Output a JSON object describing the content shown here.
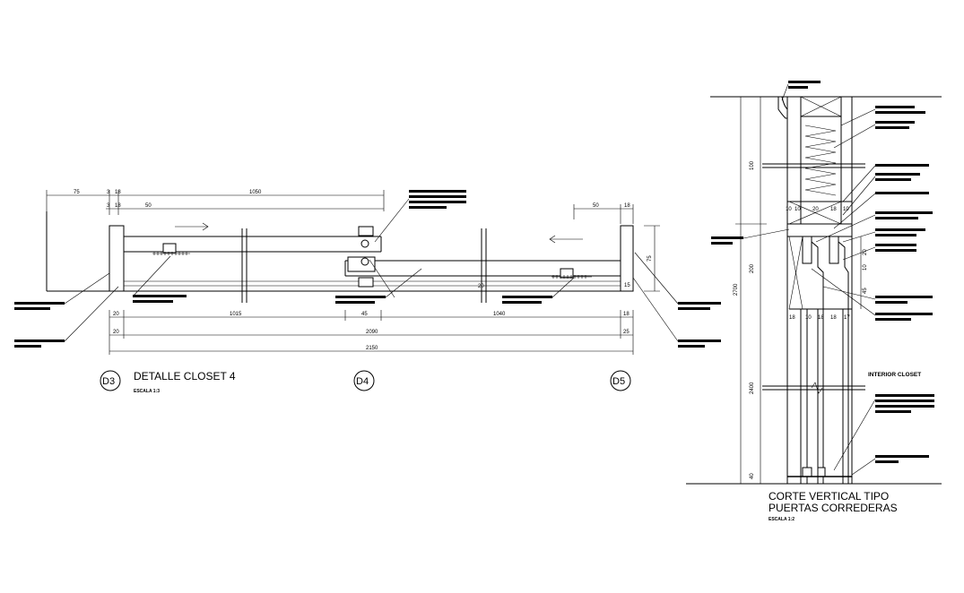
{
  "plan": {
    "title": "DETALLE CLOSET 4",
    "scale": "ESCALA 1:3",
    "axes": [
      "D3",
      "D4",
      "D5"
    ],
    "dims_top": {
      "a": "75",
      "b": "3",
      "c": "18",
      "d": "1050",
      "e": "3",
      "f": "18",
      "g": "50",
      "h": "50",
      "i": "18"
    },
    "dims_bottom_row1": [
      "20",
      "1015",
      "45",
      "1040",
      "18"
    ],
    "dims_bottom_row2": [
      "20",
      "2090",
      "25"
    ],
    "dims_bottom_total": "2150",
    "dim_mid": "20",
    "dim_right_vertical": "75",
    "dim_small": "15"
  },
  "section": {
    "title_line1": "CORTE VERTICAL TIPO",
    "title_line2": "PUERTAS CORREDERAS",
    "scale": "ESCALA 1:2",
    "interior_label": "INTERIOR CLOSET",
    "vertical_dims": [
      "100",
      "200",
      "2700",
      "2400",
      "40"
    ],
    "top_dims": [
      "10",
      "10",
      "20",
      "18",
      "10"
    ],
    "bottom_dims": [
      "18",
      "10",
      "18",
      "18",
      "17"
    ],
    "side_dims": [
      "20",
      "45",
      "10"
    ]
  }
}
